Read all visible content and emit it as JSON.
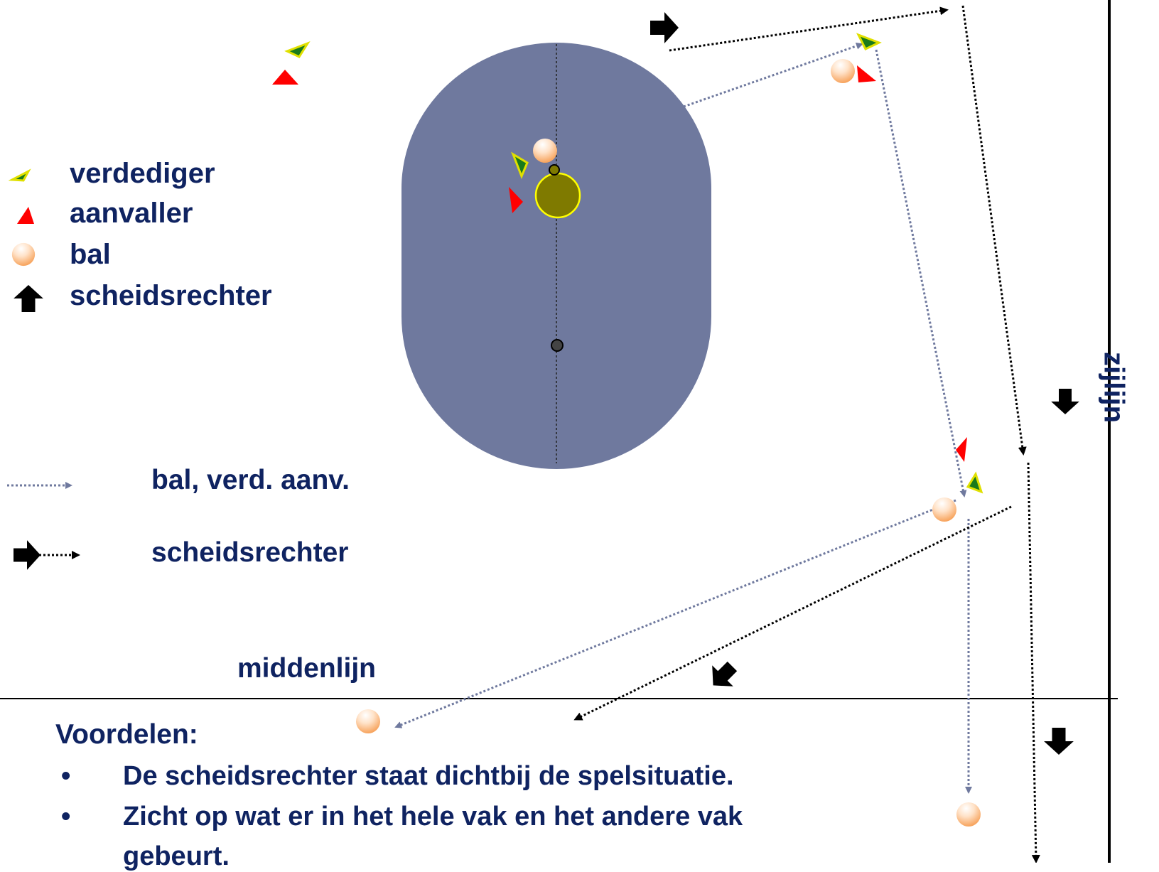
{
  "legend": {
    "defender": "verdediger",
    "attacker": "aanvaller",
    "ball": "bal",
    "referee": "scheidsrechter"
  },
  "arrow_legend": {
    "ball_movement": "bal, verd. aanv.",
    "referee_movement": "scheidsrechter"
  },
  "field": {
    "midline": "middenlijn",
    "sideline": "zijlijn"
  },
  "advantages": {
    "title": "Voordelen:",
    "bullet": "•",
    "items": [
      "De scheidsrechter staat dichtbij de spelsituatie.",
      "Zicht op wat er in het hele vak en het andere vak",
      "gebeurt."
    ]
  },
  "colors": {
    "text": "#0f2361",
    "zone": "#6f799e",
    "defender": "#1a7a1a",
    "defender_outline": "#e0e000",
    "attacker": "#ff0000",
    "ball": "#f7a35c",
    "post": "#7f7a00",
    "ball_path": "#6f799e",
    "referee": "#000000"
  },
  "icons": {
    "defender": "triangle-green-yellow-icon",
    "attacker": "triangle-red-icon",
    "ball": "orange-ball-icon",
    "referee": "black-arrow-icon",
    "post": "korf-post-icon"
  }
}
